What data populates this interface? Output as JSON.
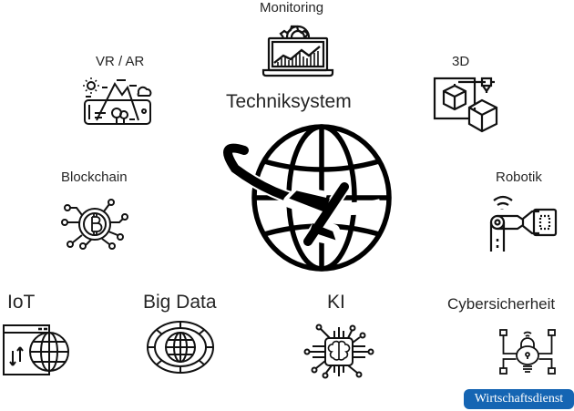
{
  "diagram": {
    "center": {
      "title": "Techniksystem",
      "icon": "globe-airplane-icon"
    },
    "nodes": [
      {
        "id": "monitoring",
        "label": "Monitoring",
        "icon": "laptop-chart-gear-icon"
      },
      {
        "id": "vr_ar",
        "label": "VR / AR",
        "icon": "phone-landscape-icon"
      },
      {
        "id": "3d",
        "label": "3D",
        "icon": "3d-printer-cube-icon"
      },
      {
        "id": "blockchain",
        "label": "Blockchain",
        "icon": "bitcoin-network-icon"
      },
      {
        "id": "robotik",
        "label": "Robotik",
        "icon": "robot-arm-icon"
      },
      {
        "id": "iot",
        "label": "IoT",
        "icon": "window-globe-icon"
      },
      {
        "id": "big_data",
        "label": "Big Data",
        "icon": "globe-ring-icon"
      },
      {
        "id": "ki",
        "label": "KI",
        "icon": "brain-chip-icon"
      },
      {
        "id": "cybersicherheit",
        "label": "Cybersicherheit",
        "icon": "lock-network-icon"
      }
    ]
  },
  "branding": {
    "label": "Wirtschaftsdienst",
    "color": "#1565b3"
  }
}
